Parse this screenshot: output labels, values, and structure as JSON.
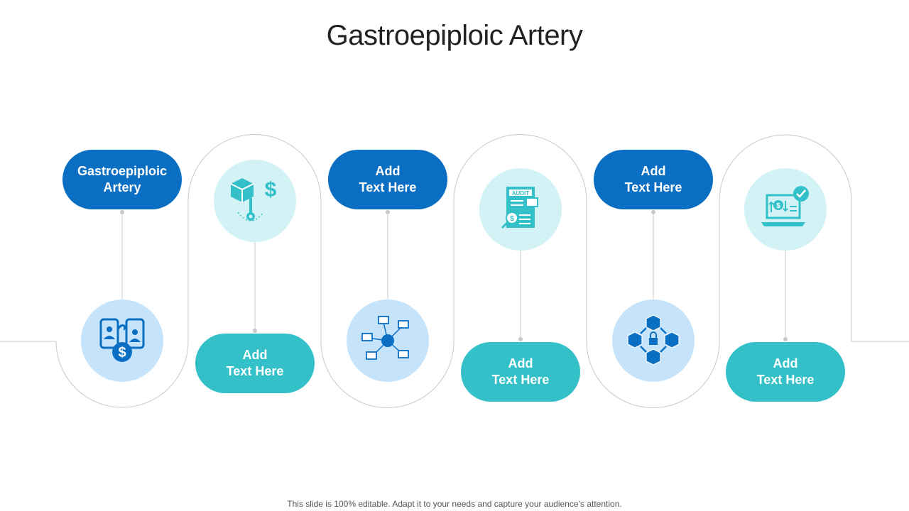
{
  "title": "Gastroepiploic Artery",
  "footer": "This slide is 100% editable. Adapt it to your needs and capture your audience’s attention.",
  "colors": {
    "dark_blue": "#0a6fc2",
    "teal": "#33c0c8",
    "light_blue": "#c5e4fb",
    "light_aqua": "#d2f2f5",
    "line": "#c8c8c8"
  },
  "steps": [
    {
      "label_line1": "Gastroepiploic",
      "label_line2": "Artery",
      "icon": "mobile-money-transfer-icon"
    },
    {
      "label_line1": "Add",
      "label_line2": "Text Here",
      "icon": "package-key-dollar-icon"
    },
    {
      "label_line1": "Add",
      "label_line2": "Text Here",
      "icon": "network-nodes-icon"
    },
    {
      "label_line1": "Add",
      "label_line2": "Text Here",
      "icon": "audit-document-icon"
    },
    {
      "label_line1": "Add",
      "label_line2": "Text Here",
      "icon": "blockchain-lock-icon"
    },
    {
      "label_line1": "Add",
      "label_line2": "Text Here",
      "icon": "laptop-payment-check-icon"
    }
  ]
}
